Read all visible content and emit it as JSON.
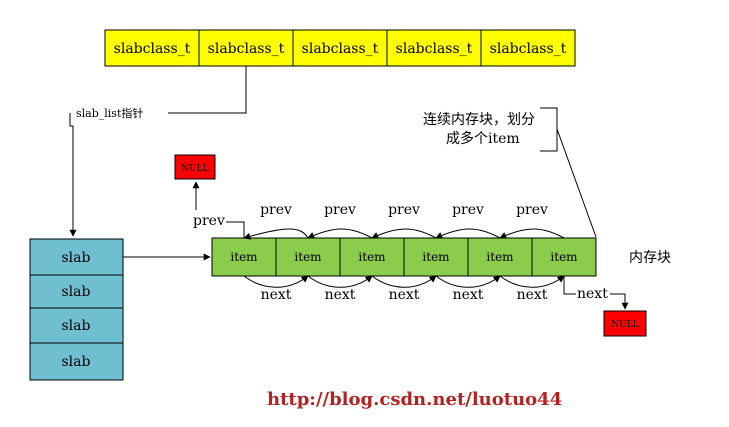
{
  "slabclass_array": [
    "slabclass_t",
    "slabclass_t",
    "slabclass_t",
    "slabclass_t",
    "slabclass_t"
  ],
  "slab_list_pointer_label": "slab_list指针",
  "slabs": [
    "slab",
    "slab",
    "slab",
    "slab"
  ],
  "items": [
    "item",
    "item",
    "item",
    "item",
    "item",
    "item"
  ],
  "prev_label": "prev",
  "next_label": "next",
  "null_label": "NULL",
  "callout_lines": [
    "连续内存块，划分",
    "成多个item"
  ],
  "memory_block_label": "内存块",
  "watermark_url": "http://blog.csdn.net/luotuo44",
  "colors": {
    "slabclass_fill": "#ffff00",
    "slab_fill": "#6fbfd0",
    "item_fill": "#8ccc4c",
    "null_fill": "#ff0000",
    "watermark": "#b22222"
  }
}
